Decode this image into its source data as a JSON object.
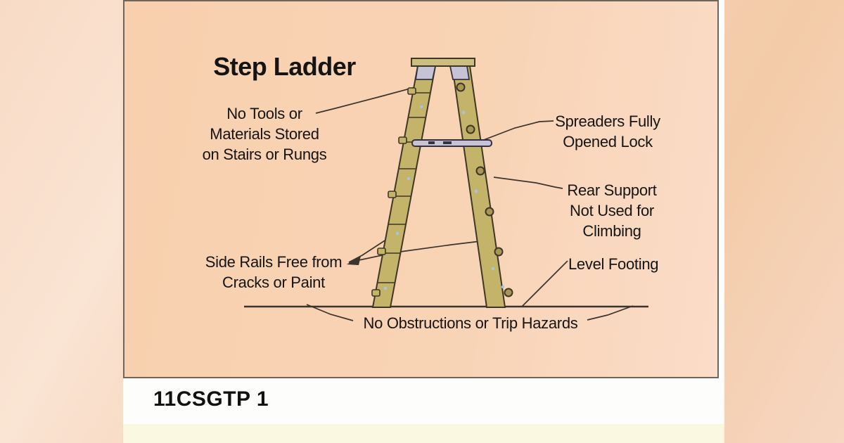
{
  "colors": {
    "panel_bg": "#f8d0ae",
    "outer_bg": "#f6d3ba",
    "caption_strip_bg": "#fdfefb",
    "bottom_strip_bg": "#fbf8e2",
    "rail_wood": "#c4b469",
    "rail_outline": "#3e3627",
    "metal_fitting": "#c6c3d6",
    "metal_outline": "#33333f",
    "rivet_fill": "#a89654",
    "highlight_dot": "#a9c3e6",
    "line_ink": "#3a342c",
    "text_ink": "#141414"
  },
  "diagram": {
    "title": "Step Ladder",
    "labels": {
      "no_tools": "No Tools or\nMaterials Stored\non Stairs or Rungs",
      "spreaders": "Spreaders Fully\nOpened Lock",
      "rear_support": "Rear Support\nNot Used for\nClimbing",
      "side_rails": "Side Rails Free from\nCracks or Paint",
      "level_footing": "Level Footing",
      "no_obstructions": "No Obstructions or Trip Hazards"
    }
  },
  "caption": {
    "text": "11CSGTP 1"
  }
}
